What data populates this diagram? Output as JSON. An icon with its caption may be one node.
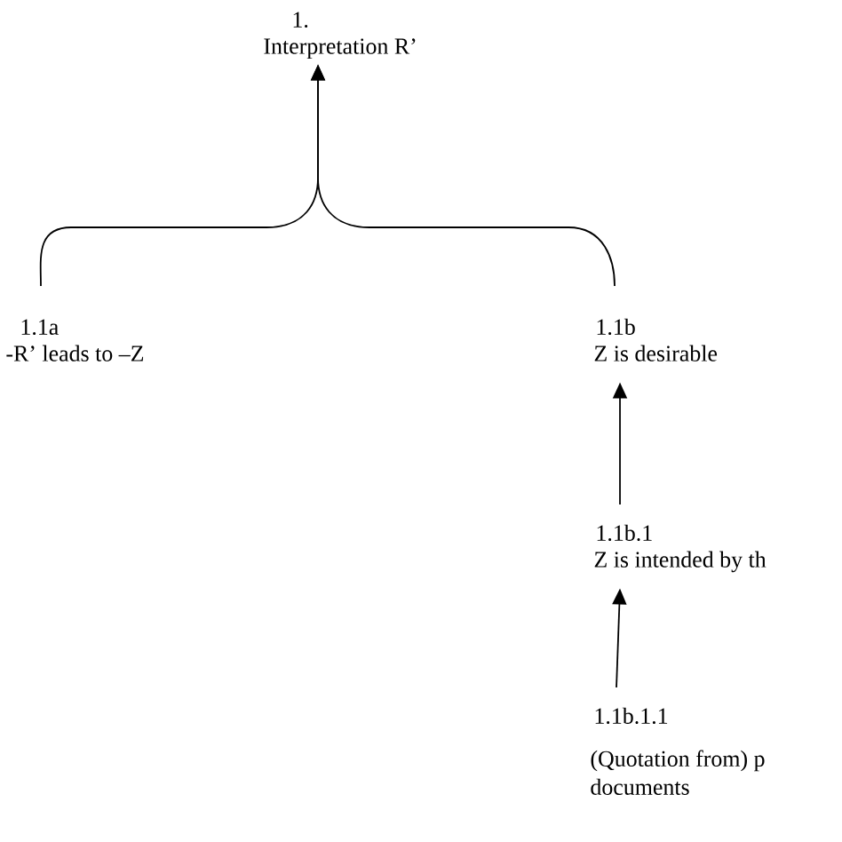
{
  "diagram": {
    "nodes": [
      {
        "text": [
          "1.",
          "Interpretation R’"
        ]
      },
      {
        "text": [
          "1.1a",
          "-R’ leads to –Z"
        ]
      },
      {
        "text": [
          "1.1b",
          "Z is desirable"
        ]
      },
      {
        "text": [
          "1.1b.1",
          "Z is intended by th"
        ]
      },
      {
        "text": [
          "1.1b.1.1",
          "(Quotation from) p documents"
        ]
      }
    ],
    "edges": [
      {
        "from": 1,
        "to": 0,
        "arrow": "to"
      },
      {
        "from": 2,
        "to": 0,
        "arrow": "to"
      },
      {
        "from": 3,
        "to": 2,
        "arrow": "to"
      },
      {
        "from": 4,
        "to": 3,
        "arrow": "to"
      }
    ]
  }
}
